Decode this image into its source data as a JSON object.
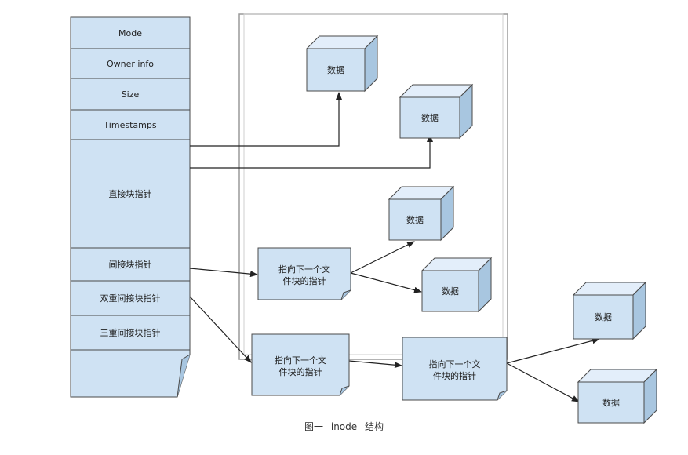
{
  "inode_fields": [
    "Mode",
    "Owner info",
    "Size",
    "Timestamps",
    "直接块指针",
    "间接块指针",
    "双重间接块指针",
    "三重间接块指针"
  ],
  "pointer_block_label": [
    "指向下一个文",
    "件块的指针"
  ],
  "data_block_label": "数据",
  "caption": {
    "prefix": "图一",
    "term": "inode",
    "suffix": "结构"
  },
  "colors": {
    "fill": "#cfe2f3",
    "fill_side": "#a8c6e0",
    "fill_top": "#e3eefa",
    "stroke": "#4a4a4a",
    "line": "#222222"
  }
}
